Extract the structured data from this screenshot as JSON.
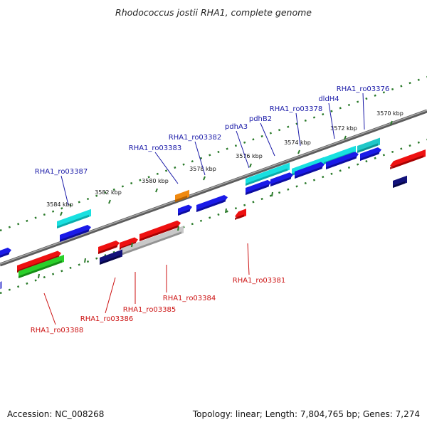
{
  "title": "Rhodococcus jostii RHA1, complete genome",
  "footer": {
    "accession": "Accession: NC_008268",
    "summary": "Topology: linear; Length: 7,804,765 bp; Genes: 7,274"
  },
  "colors": {
    "upper_label": "#1a1aa8",
    "lower_label": "#cc1111",
    "backbone": "#7a7a7a",
    "tick": "#2a7a2a"
  },
  "scale_ticks": [
    {
      "label": "3570 kbp"
    },
    {
      "label": "3572 kbp"
    },
    {
      "label": "3574 kbp"
    },
    {
      "label": "3576 kbp"
    },
    {
      "label": "3578 kbp"
    },
    {
      "label": "3580 kbp"
    },
    {
      "label": "3582 kbp"
    },
    {
      "label": "3584 kbp"
    }
  ],
  "gene_labels_top": [
    {
      "text": "RHA1_ro03376"
    },
    {
      "text": "dldH4"
    },
    {
      "text": "RHA1_ro03378"
    },
    {
      "text": "pdhB2"
    },
    {
      "text": "pdhA3"
    },
    {
      "text": "RHA1_ro03382"
    },
    {
      "text": "RHA1_ro03383"
    },
    {
      "text": "RHA1_ro03387"
    }
  ],
  "gene_labels_bottom": [
    {
      "text": "RHA1_ro03381"
    },
    {
      "text": "RHA1_ro03384"
    },
    {
      "text": "RHA1_ro03385"
    },
    {
      "text": "RHA1_ro03386"
    },
    {
      "text": "RHA1_ro03388"
    }
  ]
}
